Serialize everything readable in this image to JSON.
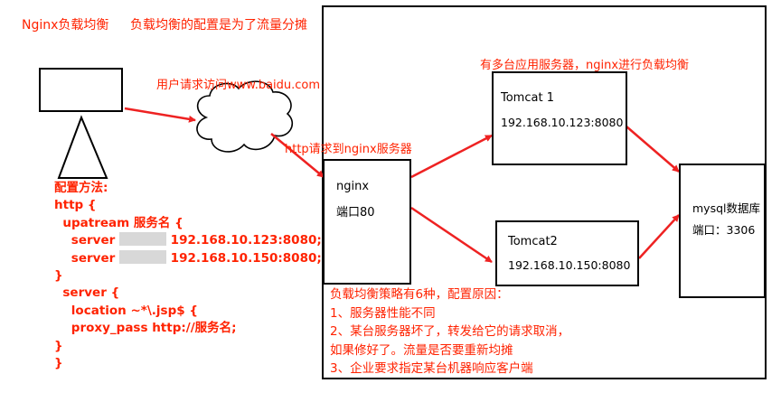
{
  "title": "Nginx负载均衡",
  "subtitle": "负载均衡的配置是为了流量分摊",
  "request_label": "用户请求访问www.baidu.com",
  "http_label": "http请求到nginx服务器",
  "servers_label": "有多台应用服务器，nginx进行负载均衡",
  "nginx": {
    "name": "nginx",
    "port": "端口80"
  },
  "tomcat1": {
    "name": "Tomcat 1",
    "addr": "192.168.10.123:8080"
  },
  "tomcat2": {
    "name": "Tomcat2",
    "addr": "192.168.10.150:8080"
  },
  "mysql": {
    "name": "mysql数据库",
    "port": "端口：3306"
  },
  "config": {
    "heading": "配置方法:",
    "lines": [
      "http {",
      "  upatream 服务名 {",
      "    server",
      "    server",
      "}",
      "  server {",
      "    location ~*\\.jsp$ {",
      "    proxy_pass http://服务名;",
      "}",
      "}"
    ],
    "server1_addr": "192.168.10.123:8080;",
    "server2_addr": "192.168.10.150:8080;"
  },
  "strategy": {
    "heading": "负载均衡策略有6种，配置原因：",
    "items": [
      "1、服务器性能不同",
      "2、某台服务器坏了，转发给它的请求取消，",
      "如果修好了。流量是否要重新均摊",
      "3、企业要求指定某台机器响应客户端"
    ]
  },
  "colors": {
    "annotation": "#ff2200",
    "arrow": "#ee2222",
    "line": "#000000"
  }
}
